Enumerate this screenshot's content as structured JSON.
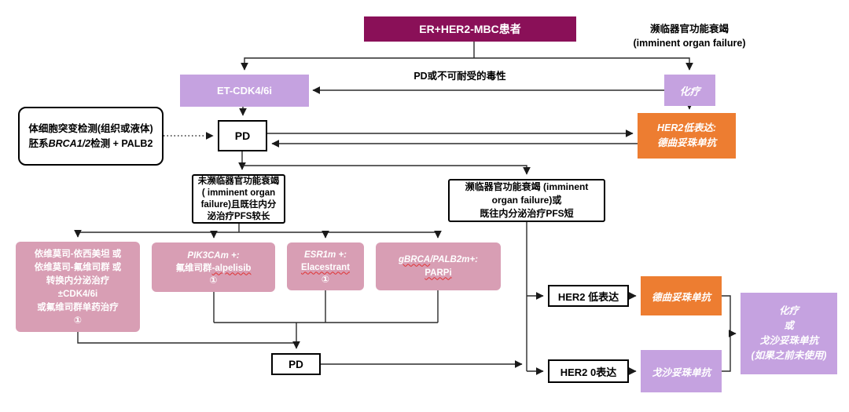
{
  "colors": {
    "header_magenta": "#8A1058",
    "light_purple": "#C5A2E0",
    "orange": "#ED7D31",
    "pink": "#D89EB4",
    "line": "#2b2b2b",
    "spellcheck_red": "#e03131"
  },
  "nodes": {
    "patient": {
      "label": "ER+HER2-MBC患者"
    },
    "imminent_top": {
      "line1": "濒临器官功能衰竭",
      "line2": "(imminent organ failure)"
    },
    "chemo": {
      "label": "化疗"
    },
    "pd_toxicity": {
      "label": "PD或不可耐受的毒性"
    },
    "et_cdk": {
      "label": "ET-CDK4/6i"
    },
    "somatic": {
      "line1": "体细胞突变检测(组织或液体)",
      "line2_prefix": "胚系",
      "line2_gene": "BRCA1/2",
      "line2_suffix": "检测 + PALB2"
    },
    "pd1": {
      "label": "PD"
    },
    "her2low_tdxd": {
      "line1": "HER2低表达:",
      "line2": "德曲妥珠单抗"
    },
    "not_imminent": {
      "line1": "未濒临器官功能衰竭",
      "line2": "( imminent organ",
      "line3": "failure)且既往内分",
      "line4": "泌治疗PFS较长"
    },
    "imminent_mid": {
      "line1": "濒临器官功能衰竭 (imminent",
      "line2": "organ failure)或",
      "line3": "既往内分泌治疗PFS短"
    },
    "endocrine_options": {
      "line1": "依维莫司-依西美坦 或",
      "line2": "依维莫司-氟维司群 或",
      "line3": "转换内分泌治疗",
      "line4": "±CDK4/6i",
      "line5": "或氟维司群单药治疗",
      "footnote": "①"
    },
    "pik3ca": {
      "line1": "PIK3CAm +:",
      "line2_prefix": "氟维司群",
      "line2_drug": "-alpelisib",
      "footnote": "①"
    },
    "esr1": {
      "line1": "ESR1m +:",
      "line2": "Elacestrant",
      "footnote": "①"
    },
    "gbrca": {
      "line1_gene": "gBRCA",
      "line1_rest": "/PALB2m+:",
      "line2": "PARPi"
    },
    "pd2": {
      "label": "PD"
    },
    "her2_low": {
      "label": "HER2 低表达"
    },
    "tdxd": {
      "label": "德曲妥珠单抗"
    },
    "her2_zero": {
      "label": "HER2 0表达"
    },
    "sg": {
      "label": "戈沙妥珠单抗"
    },
    "final": {
      "line1": "化疗",
      "line2": "或",
      "line3": "戈沙妥珠单抗",
      "line4": "(如果之前未使用)"
    }
  }
}
